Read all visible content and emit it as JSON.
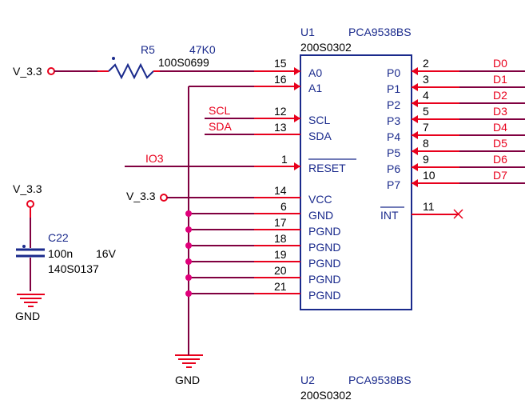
{
  "resistor": {
    "ref": "R5",
    "value": "47K0",
    "part": "100S0699",
    "net_in": "V_3.3"
  },
  "u1": {
    "ref": "U1",
    "chip": "PCA9538BS",
    "part": "200S0302",
    "left_pins": [
      {
        "num": "15",
        "name": "A0"
      },
      {
        "num": "16",
        "name": "A1"
      },
      {
        "num": "12",
        "name": "SCL"
      },
      {
        "num": "13",
        "name": "SDA"
      },
      {
        "num": "1",
        "name": "RESET"
      },
      {
        "num": "14",
        "name": "VCC"
      },
      {
        "num": "6",
        "name": "GND"
      },
      {
        "num": "17",
        "name": "PGND"
      },
      {
        "num": "18",
        "name": "PGND"
      },
      {
        "num": "19",
        "name": "PGND"
      },
      {
        "num": "20",
        "name": "PGND"
      },
      {
        "num": "21",
        "name": "PGND"
      }
    ],
    "right_pins": [
      {
        "num": "2",
        "name": "P0",
        "net": "D0"
      },
      {
        "num": "3",
        "name": "P1",
        "net": "D1"
      },
      {
        "num": "4",
        "name": "P2",
        "net": "D2"
      },
      {
        "num": "5",
        "name": "P3",
        "net": "D3"
      },
      {
        "num": "7",
        "name": "P4",
        "net": "D4"
      },
      {
        "num": "8",
        "name": "P5",
        "net": "D5"
      },
      {
        "num": "9",
        "name": "P6",
        "net": "D6"
      },
      {
        "num": "10",
        "name": "P7",
        "net": "D7"
      }
    ],
    "int_pin": {
      "num": "11",
      "name": "INT"
    }
  },
  "nets": {
    "scl": "SCL",
    "sda": "SDA",
    "io3": "IO3",
    "vcc_in": "V_3.3"
  },
  "capacitor": {
    "ref": "C22",
    "value": "100n",
    "voltage": "16V",
    "part": "140S0137",
    "net_top": "V_3.3",
    "net_bottom": "GND"
  },
  "ground_main": "GND",
  "u2": {
    "ref": "U2",
    "chip": "PCA9538BS",
    "part": "200S0302"
  },
  "colors": {
    "wire": "#800040",
    "pin": "#e8001c",
    "body": "#1a2a8c",
    "junction": "#e0007a"
  }
}
